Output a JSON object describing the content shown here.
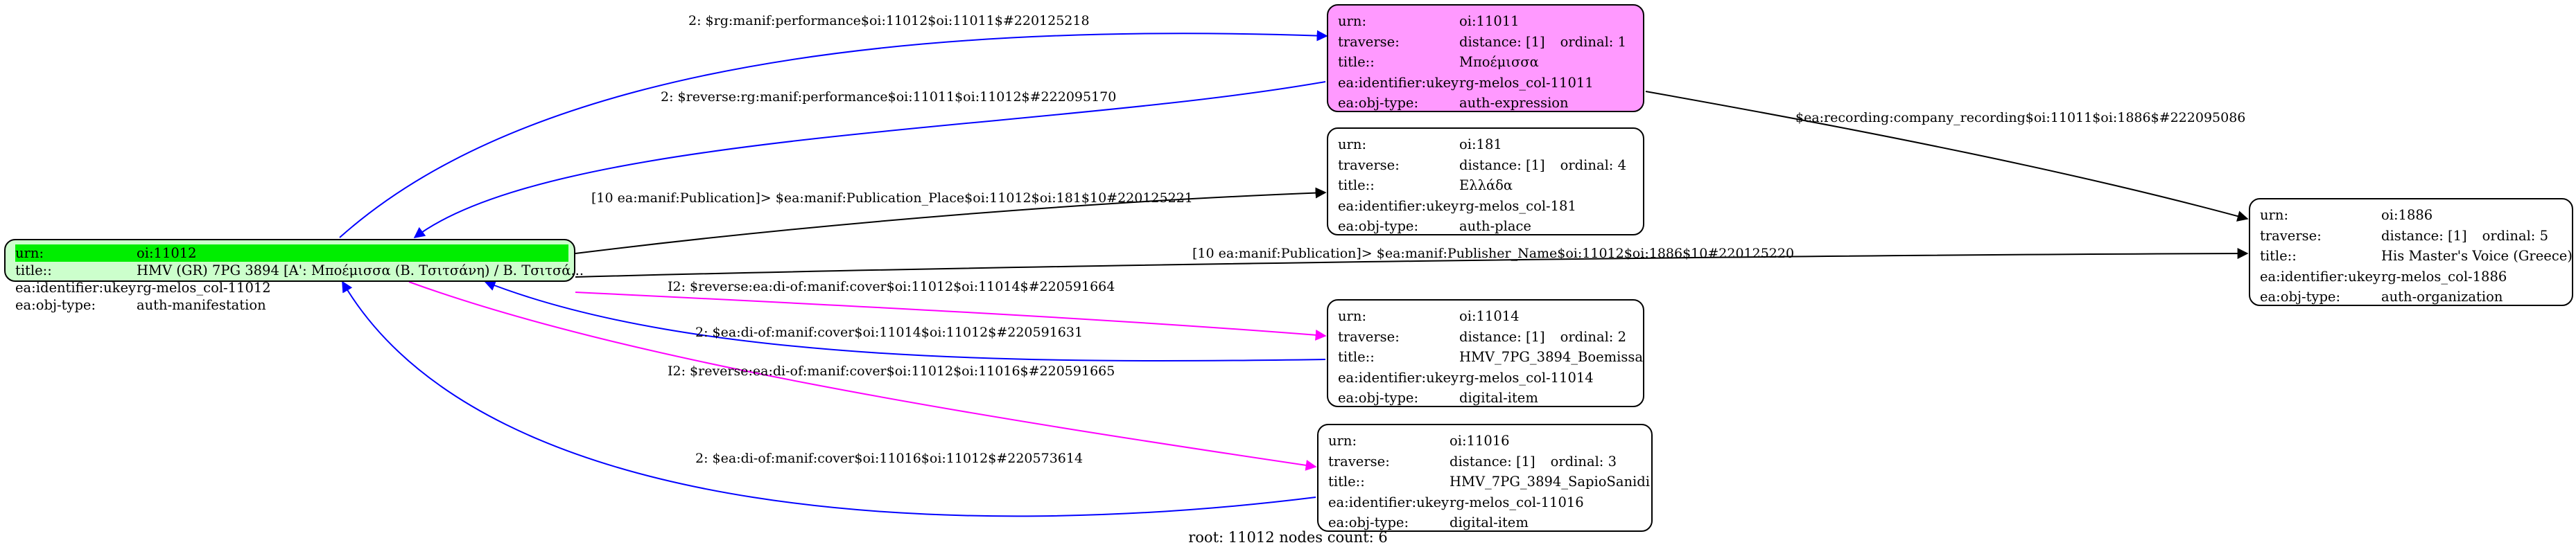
{
  "graph": {
    "nodes": {
      "n11012": {
        "urn_label": "urn:",
        "urn": "oi:11012",
        "title_label": "title::",
        "title": "HMV (GR) 7PG 3894 [A': Μποέμισσα (Β. Τσιτσάνη) / B. Τσιτσά...",
        "ukey_label": "ea:identifier:ukey",
        "ukey": "rg-melos_col-11012",
        "type_label": "ea:obj-type:",
        "type": "auth-manifestation"
      },
      "n11011": {
        "urn_label": "urn:",
        "urn": "oi:11011",
        "traverse_label": "traverse:",
        "traverse": "distance: [1]",
        "ordinal": "ordinal: 1",
        "title_label": "title::",
        "title": "Μποέμισσα",
        "ukey_label": "ea:identifier:ukey",
        "ukey": "rg-melos_col-11011",
        "type_label": "ea:obj-type:",
        "type": "auth-expression"
      },
      "n181": {
        "urn_label": "urn:",
        "urn": "oi:181",
        "traverse_label": "traverse:",
        "traverse": "distance: [1]",
        "ordinal": "ordinal: 4",
        "title_label": "title::",
        "title": "Ελλάδα",
        "ukey_label": "ea:identifier:ukey",
        "ukey": "rg-melos_col-181",
        "type_label": "ea:obj-type:",
        "type": "auth-place"
      },
      "n11014": {
        "urn_label": "urn:",
        "urn": "oi:11014",
        "traverse_label": "traverse:",
        "traverse": "distance: [1]",
        "ordinal": "ordinal: 2",
        "title_label": "title::",
        "title": "HMV_7PG_3894_Boemissa",
        "ukey_label": "ea:identifier:ukey",
        "ukey": "rg-melos_col-11014",
        "type_label": "ea:obj-type:",
        "type": "digital-item"
      },
      "n11016": {
        "urn_label": "urn:",
        "urn": "oi:11016",
        "traverse_label": "traverse:",
        "traverse": "distance: [1]",
        "ordinal": "ordinal: 3",
        "title_label": "title::",
        "title": "HMV_7PG_3894_SapioSanidi",
        "ukey_label": "ea:identifier:ukey",
        "ukey": "rg-melos_col-11016",
        "type_label": "ea:obj-type:",
        "type": "digital-item"
      },
      "n1886": {
        "urn_label": "urn:",
        "urn": "oi:1886",
        "traverse_label": "traverse:",
        "traverse": "distance: [1]",
        "ordinal": "ordinal: 5",
        "title_label": "title::",
        "title": "His Master's Voice (Greece)",
        "ukey_label": "ea:identifier:ukey",
        "ukey": "rg-melos_col-1886",
        "type_label": "ea:obj-type:",
        "type": "auth-organization"
      }
    },
    "edges": [
      {
        "label": "2: $rg:manif:performance$oi:11012$oi:11011$#220125218",
        "color": "#0000ff"
      },
      {
        "label": "2: $reverse:rg:manif:performance$oi:11011$oi:11012$#222095170",
        "color": "#0000ff"
      },
      {
        "label": "[10 ea:manif:Publication]> $ea:manif:Publication_Place$oi:11012$oi:181$10#220125221",
        "color": "#000000"
      },
      {
        "label": "[10 ea:manif:Publication]> $ea:manif:Publisher_Name$oi:11012$oi:1886$10#220125220",
        "color": "#000000"
      },
      {
        "label": "I2: $reverse:ea:di-of:manif:cover$oi:11012$oi:11014$#220591664",
        "color": "#ff00ff"
      },
      {
        "label": "2: $ea:di-of:manif:cover$oi:11014$oi:11012$#220591631",
        "color": "#0000ff"
      },
      {
        "label": "I2: $reverse:ea:di-of:manif:cover$oi:11012$oi:11016$#220591665",
        "color": "#ff00ff"
      },
      {
        "label": "2: $ea:di-of:manif:cover$oi:11016$oi:11012$#220573614",
        "color": "#0000ff"
      },
      {
        "label": "$ea:recording:company_recording$oi:11011$oi:1886$#222095086",
        "color": "#000000"
      }
    ],
    "footer": "root: 11012 nodes count: 6",
    "colors": {
      "root_fill": "#ccffcc",
      "root_highlight": "#00ee00",
      "focus_fill": "#ff99ff",
      "blue_edge": "#0000ff",
      "magenta_edge": "#ff00ff"
    }
  }
}
